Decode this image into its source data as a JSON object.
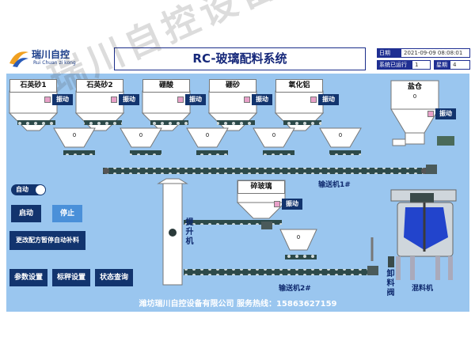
{
  "header": {
    "logo_cn": "瑞川自控",
    "logo_en": "Rui Chuan zi kong",
    "title": "RC-玻璃配料系统",
    "date_label": "日期",
    "date_value": "2021-09-09 08:08:01",
    "runtime_label": "系统已运行",
    "runtime_value": "1",
    "day_label": "星期",
    "day_value": "4"
  },
  "bins": [
    {
      "label": "石英砂1",
      "vibrate": "振动",
      "weigh": "0"
    },
    {
      "label": "石英砂2",
      "vibrate": "振动",
      "weigh": "0"
    },
    {
      "label": "硼酸",
      "vibrate": "振动",
      "weigh": "0"
    },
    {
      "label": "硼砂",
      "vibrate": "振动",
      "weigh": "0"
    },
    {
      "label": "氧化铝",
      "vibrate": "振动",
      "weigh": "0"
    }
  ],
  "salt_bin": {
    "label": "盐仓",
    "value": "0",
    "vibrate": "振动"
  },
  "cullet": {
    "label": "碎玻璃",
    "vibrate": "振动",
    "weigh": "0"
  },
  "conveyor1": "输送机1#",
  "conveyor2": "输送机2#",
  "elevator": "提升机",
  "valve": "卸料阀",
  "mixer": "混料机",
  "controls": {
    "auto": "自动",
    "start": "启动",
    "stop": "停止",
    "recipe": "更改配方暂停自动补料",
    "params": "参数设置",
    "scale": "标秤设置",
    "status": "状态查询"
  },
  "footer": "潍坊瑞川自控设备有限公司  服务热线：15863627159",
  "watermark": "瑞川自控设备有限公司"
}
